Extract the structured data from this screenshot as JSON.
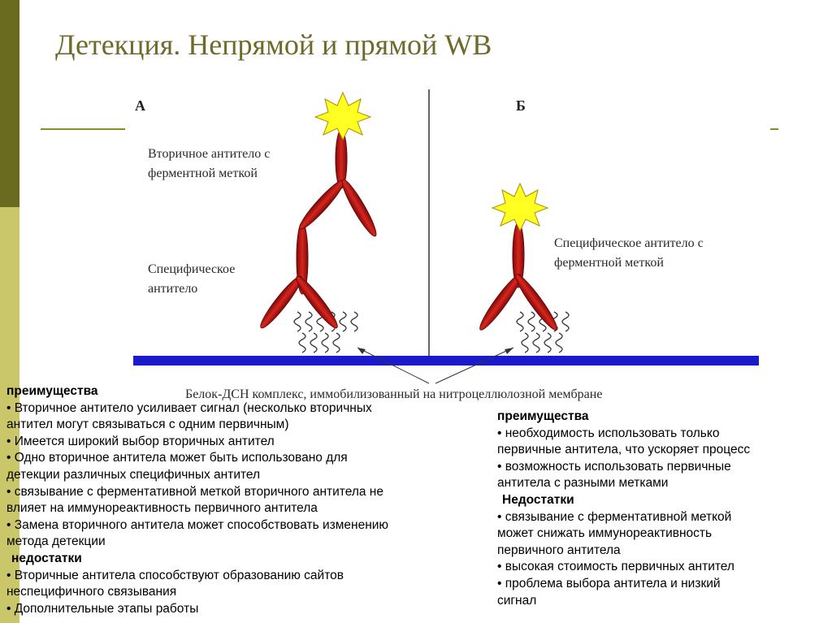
{
  "slide": {
    "title": "Детекция. Непрямой и прямой WB"
  },
  "diagram": {
    "panel_a": "А",
    "panel_b": "Б",
    "secondary_label": [
      "Вторичное антитело с",
      "ферментной меткой"
    ],
    "specific_label": [
      "Специфическое",
      "антитело"
    ],
    "direct_label": [
      "Специфическое  антитело с",
      "ферментной меткой"
    ],
    "membrane_caption": "Белок-ДСН комплекс, иммобилизованный на нитроцеллюлозной мембране"
  },
  "left_block": {
    "heading_adv": "преимущества",
    "adv_lines": [
      "• Вторичное антитело усиливает сигнал (несколько вторичных",
      "антител могут связываться с одним первичным)",
      "• Имеется широкий выбор вторичных антител",
      "• Одно вторичное антитела может быть использовано для",
      "детекции различных специфичных антител",
      "• связывание с ферментативной меткой вторичного антитела не",
      "влияет на иммунореактивность первичного антитела",
      "• Замена вторичного антитела может способствовать изменению",
      "метода детекции"
    ],
    "heading_dis": "недостатки",
    "dis_lines": [
      "• Вторичные антитела способствуют образованию сайтов",
      "неспецифичного связывания",
      "• Дополнительные этапы работы"
    ]
  },
  "right_block": {
    "heading_adv": "преимущества",
    "adv_lines": [
      "• необходимость использовать только",
      "первичные антитела, что ускоряет процесс",
      "• возможность использовать первичные",
      "антитела с разными метками"
    ],
    "heading_dis": "Недостатки",
    "dis_lines": [
      "• связывание с ферментативной меткой",
      "может снижать иммунореактивность",
      "первичного антитела",
      "• высокая стоимость первичных антител",
      "• проблема выбора антитела и низкий",
      "сигнал"
    ]
  },
  "colors": {
    "accent_dark": "#6b6b1f",
    "accent_light": "#c9c76a",
    "title": "#6e6b2a",
    "antibody": "#c41a1a",
    "antibody_dark": "#7a0a0a",
    "star": "#ffff22",
    "membrane": "#1a1acc"
  }
}
